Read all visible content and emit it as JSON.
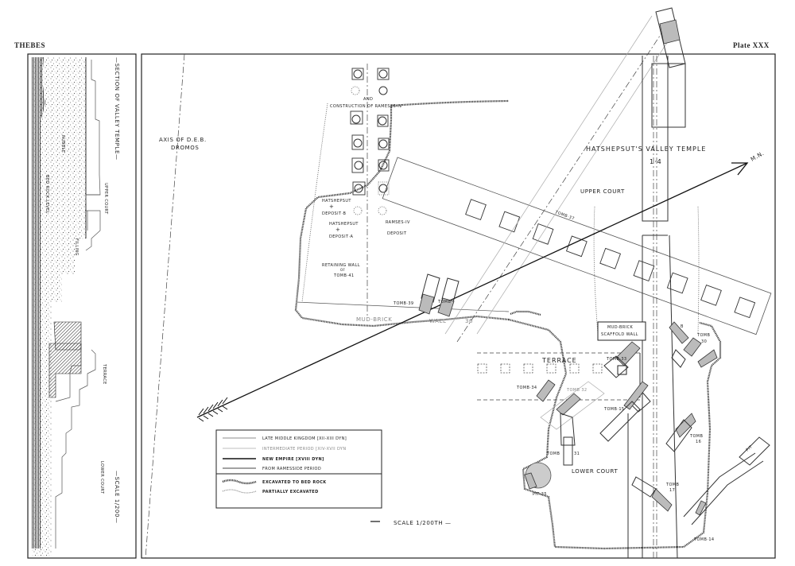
{
  "header": {
    "left": "THEBES",
    "right": "Plate XXX"
  },
  "section": {
    "title": "—SECTION OF VALLEY TEMPLE—",
    "upper_court": "UPPER COURT",
    "rubble": "RUBBLE",
    "filling": "FILLING",
    "bed_rock": "BED ROCK LEVEL",
    "terrace": "TERRACE",
    "lower_court": "LOWER COURT",
    "scale": "—SCALE 1/200—"
  },
  "plan": {
    "axis_label_1": "AXIS OF D.E.B.",
    "axis_label_2": "DROMOS",
    "construction_1": "AND",
    "construction_2": "CONSTRUCTION OF RAMESES-IV",
    "hat_b_1": "HATSHEPSUT",
    "hat_b_2": "DEPOSIT·B",
    "hat_a_1": "HATSHEPSUT",
    "hat_a_2": "DEPOSIT·A",
    "ram_1": "RAMSES-IV",
    "ram_2": "DEPOSIT",
    "retaining_1": "RETAINING WALL",
    "retaining_2": "OF",
    "retaining_3": "TOMB·41",
    "tomb39": "TOMB·39",
    "tomb_a": "TOMB",
    "mud_brick_wall": "MUD-BRICK",
    "wall_36_a": "WALL",
    "wall_36_b": "36",
    "temple_title": "HATSHEPSUT'S VALLEY TEMPLE",
    "temple_num": "1·4",
    "upper_court": "UPPER COURT",
    "tomb37": "TOMB·37",
    "mn": "M.N.",
    "scaffold_1": "MUD-BRICK",
    "scaffold_2": "SCAFFOLD WALL",
    "terrace": "TERRACE",
    "tomb33": "TOMB·33",
    "tomb34": "TOMB·34",
    "tomb32": "TOMB 32",
    "tomb15": "TOMB·15",
    "tomb31_a": "TOMB",
    "tomb31_b": "31",
    "lower_court": "LOWER COURT",
    "pit35": "PIT·35",
    "tomb30_a": "TOMB",
    "tomb30_b": "30",
    "tomb16_a": "TOMB",
    "tomb16_b": "16",
    "tomb17_a": "TOMB",
    "tomb17_b": "17",
    "tomb14": "TOMB·14",
    "pit": "PIT",
    "b": "B",
    "scale": "SCALE 1/200TH —"
  },
  "legend": {
    "items": [
      {
        "label": "LATE MIDDLE KINGDOM [XII-XIII DYN]",
        "color": "#666666"
      },
      {
        "label": "INTERMEDIATE PERIOD [XIV-XVII DYN",
        "color": "#aaaaaa"
      },
      {
        "label": "NEW EMPIRE [XVIII DYN]",
        "color": "#111111"
      },
      {
        "label": "FROM RAMESSIDE PERIOD",
        "color": "#444444"
      },
      {
        "label": "EXCAVATED TO BED ROCK",
        "color": "#444444"
      },
      {
        "label": "PARTIALLY EXCAVATED",
        "color": "#777777"
      }
    ]
  }
}
